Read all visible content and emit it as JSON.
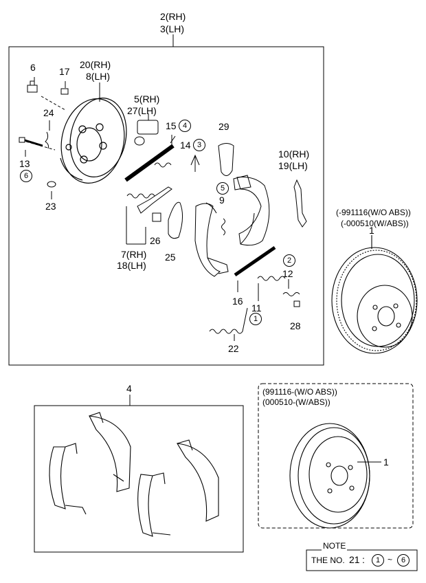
{
  "labels": {
    "p2": "2(RH)",
    "p3": "3(LH)",
    "p6": "6",
    "p17": "17",
    "p20": "20(RH)",
    "p8": "8(LH)",
    "p24": "24",
    "p13": "13",
    "p23": "23",
    "p5": "5(RH)",
    "p27": "27(LH)",
    "p15": "15",
    "p14": "14",
    "p29": "29",
    "p10": "10(RH)",
    "p19": "19(LH)",
    "p9": "9",
    "p7": "7(RH)",
    "p18": "18(LH)",
    "p26": "26",
    "p25": "25",
    "p12": "12",
    "p16": "16",
    "p11": "11",
    "p28": "28",
    "p22": "22",
    "p1a": "1",
    "p1b": "1",
    "p4": "4"
  },
  "circled": {
    "c4": "4",
    "c3": "3",
    "c6": "6",
    "c5": "5",
    "c2": "2",
    "c1": "1"
  },
  "notes_variant_top": {
    "line1": "(-991116(W/O ABS))",
    "line2": "(-000510(W/ABS))"
  },
  "notes_variant_bottom": {
    "line1": "(991116-(W/O ABS))",
    "line2": "(000510-(W/ABS))"
  },
  "note_box": {
    "title": "NOTE",
    "text_prefix": "THE NO.",
    "num": "21",
    "colon": ":",
    "from": "1",
    "tilde": "~",
    "to": "6"
  }
}
